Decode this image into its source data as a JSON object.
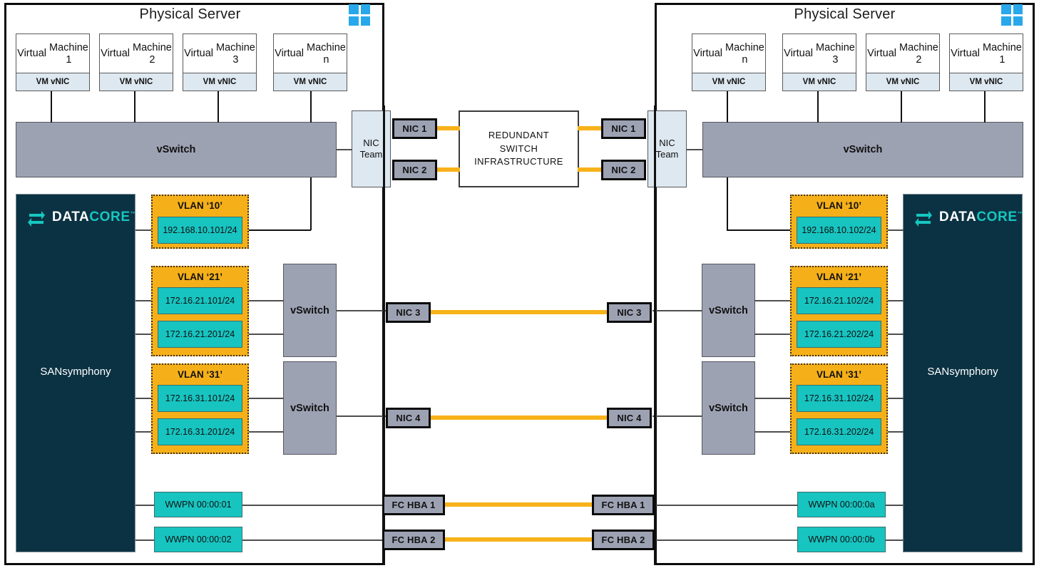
{
  "diagram": {
    "title": "DataCore SANsymphony dual physical server redundant network diagram",
    "colors": {
      "vlan_orange": "#f5b019",
      "teal": "#17c4c0",
      "datacore_navy": "#0b3243",
      "vswitch_gray": "#9da2b3",
      "vnic_blue": "#dde8f0",
      "link_orange": "#f7b21a",
      "windows_blue": "#28a8ea"
    }
  },
  "left_server": {
    "title": "Physical Server",
    "os_icon": "windows-logo",
    "vms": [
      {
        "name": "Virtual\nMachine 1",
        "name_line1": "Virtual",
        "name_line2": "Machine 1",
        "vnic": "VM vNIC"
      },
      {
        "name": "Virtual\nMachine 2",
        "name_line1": "Virtual",
        "name_line2": "Machine 2",
        "vnic": "VM vNIC"
      },
      {
        "name": "Virtual\nMachine 3",
        "name_line1": "Virtual",
        "name_line2": "Machine 3",
        "vnic": "VM vNIC"
      },
      {
        "name": "Virtual\nMachine n",
        "name_line1": "Virtual",
        "name_line2": "Machine n",
        "vnic": "VM vNIC"
      }
    ],
    "vswitch_main": "vSwitch",
    "vswitch_storage_1": "vSwitch",
    "vswitch_storage_2": "vSwitch",
    "nic_team": "NIC\nTeam",
    "nic_team_line1": "NIC",
    "nic_team_line2": "Team",
    "nics": [
      "NIC 1",
      "NIC 2",
      "NIC 3",
      "NIC 4"
    ],
    "hbas": [
      "FC HBA 1",
      "FC HBA 2"
    ],
    "storage": {
      "product": "SANsymphony",
      "brand_part1": "DATA",
      "brand_part2": "CORE",
      "brand_tm": "™"
    },
    "vlans": [
      {
        "label": "VLAN ‘10’",
        "addresses": [
          "192.168.10.101/24"
        ]
      },
      {
        "label": "VLAN ‘21’",
        "addresses": [
          "172.16.21.101/24",
          "172.16.21.201/24"
        ]
      },
      {
        "label": "VLAN ‘31’",
        "addresses": [
          "172.16.31.101/24",
          "172.16.31.201/24"
        ]
      }
    ],
    "wwpns": [
      "WWPN 00:00:01",
      "WWPN 00:00:02"
    ]
  },
  "right_server": {
    "title": "Physical Server",
    "os_icon": "windows-logo",
    "vms": [
      {
        "name": "Virtual\nMachine n",
        "name_line1": "Virtual",
        "name_line2": "Machine n",
        "vnic": "VM vNIC"
      },
      {
        "name": "Virtual\nMachine 3",
        "name_line1": "Virtual",
        "name_line2": "Machine 3",
        "vnic": "VM vNIC"
      },
      {
        "name": "Virtual\nMachine 2",
        "name_line1": "Virtual",
        "name_line2": "Machine 2",
        "vnic": "VM vNIC"
      },
      {
        "name": "Virtual\nMachine 1",
        "name_line1": "Virtual",
        "name_line2": "Machine 1",
        "vnic": "VM vNIC"
      }
    ],
    "vswitch_main": "vSwitch",
    "vswitch_storage_1": "vSwitch",
    "vswitch_storage_2": "vSwitch",
    "nic_team": "NIC\nTeam",
    "nic_team_line1": "NIC",
    "nic_team_line2": "Team",
    "nics": [
      "NIC 1",
      "NIC 2",
      "NIC 3",
      "NIC 4"
    ],
    "hbas": [
      "FC HBA 1",
      "FC HBA 2"
    ],
    "storage": {
      "product": "SANsymphony",
      "brand_part1": "DATA",
      "brand_part2": "CORE",
      "brand_tm": "™"
    },
    "vlans": [
      {
        "label": "VLAN ‘10’",
        "addresses": [
          "192.168.10.102/24"
        ]
      },
      {
        "label": "VLAN ‘21’",
        "addresses": [
          "172.16.21.102/24",
          "172.16.21.202/24"
        ]
      },
      {
        "label": "VLAN ‘31’",
        "addresses": [
          "172.16.31.102/24",
          "172.16.31.202/24"
        ]
      }
    ],
    "wwpns": [
      "WWPN 00:00:0a",
      "WWPN 00:00:0b"
    ]
  },
  "center": {
    "switch_infrastructure_line1": "REDUNDANT",
    "switch_infrastructure_line2": "SWITCH",
    "switch_infrastructure_line3": "INFRASTRUCTURE"
  }
}
